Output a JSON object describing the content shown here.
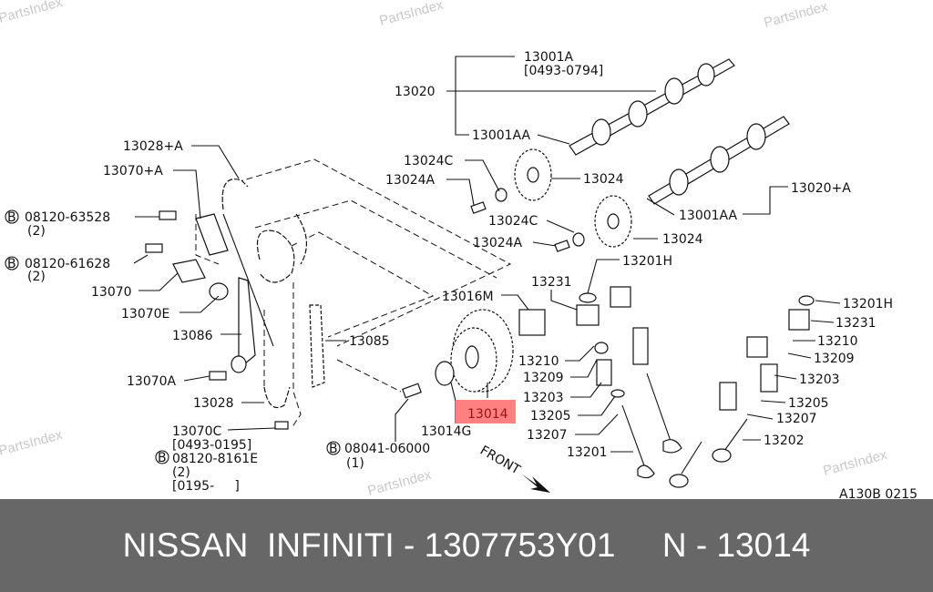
{
  "watermark": "PartsIndex",
  "highlight_color": "#ff8080",
  "labels": {
    "l13001A": "13001A",
    "l0493_0794": "[0493-0794]",
    "l13020": "13020",
    "l13001AA_a": "13001AA",
    "l13028A": "13028+A",
    "l13070A_plus": "13070+A",
    "l13024C_a": "13024C",
    "l13024A_a": "13024A",
    "l13024_a": "13024",
    "l13020A": "13020+A",
    "l08120_63528": "08120-63528",
    "q2_a": "(2)",
    "l13024C_b": "13024C",
    "l13001AA_b": "13001AA",
    "l13024A_b": "13024A",
    "l13024_b": "13024",
    "l08120_61628": "08120-61628",
    "q2_b": "(2)",
    "l13201H_a": "13201H",
    "l13231_a": "13231",
    "l13070": "13070",
    "l13016M": "13016M",
    "l13201H_b": "13201H",
    "l13070E": "13070E",
    "l13231_b": "13231",
    "l13086": "13086",
    "l13085": "13085",
    "l13210_a": "13210",
    "l13210_b": "13210",
    "l13209_a": "13209",
    "l13209_b": "13209",
    "l13070A": "13070A",
    "l13203_a": "13203",
    "l13203_b": "13203",
    "l13028": "13028",
    "l13014": "13014",
    "l13205_a": "13205",
    "l13205_b": "13205",
    "l13207_a": "13207",
    "l13207_b": "13207",
    "l13014G": "13014G",
    "l13070C": "13070C",
    "l0493_0195": "[0493-0195]",
    "l13202": "13202",
    "l08041_06000": "08041-06000",
    "q1": "(1)",
    "l08120_8161E": "08120-8161E",
    "q2_c": "(2)",
    "l0195": "[0195-     ]",
    "l13201": "13201",
    "front": "FRONT",
    "code": "A130B 0215",
    "bolt_mark": "B"
  },
  "footer": {
    "text": "NISSAN  INFINITI - 1307753Y01     N - 13014"
  }
}
